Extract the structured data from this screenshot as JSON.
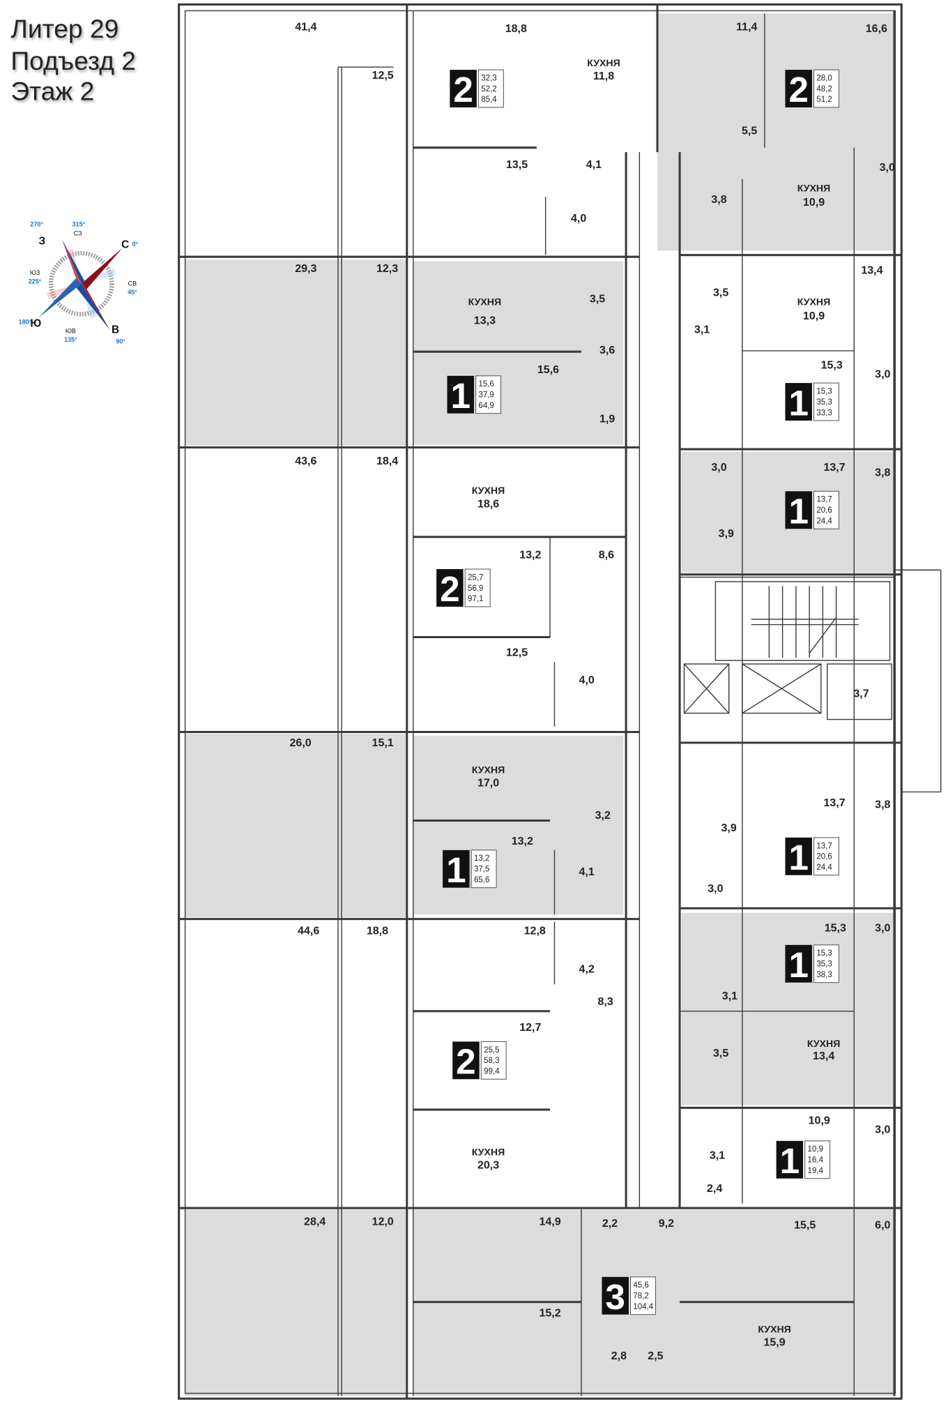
{
  "header": {
    "liter": "Литер 29",
    "entrance": "Подъезд 2",
    "floor": "Этаж 2"
  },
  "kitchen_label": "КУХНЯ",
  "compass": {
    "north": "С",
    "north_deg": "0°",
    "northeast": "СВ",
    "northeast_deg": "45°",
    "east": "В",
    "east_deg": "90°",
    "southeast": "ЮВ",
    "southeast_deg": "135°",
    "south": "Ю",
    "south_deg": "180°",
    "southwest": "ЮЗ",
    "southwest_deg": "225°",
    "west": "З",
    "west_deg": "270°",
    "northwest": "СЗ",
    "northwest_deg": "315°",
    "colors": {
      "north": "#d7263d",
      "south": "#1f6fc9"
    }
  },
  "stair_hall_area": "3,7",
  "apartments": [
    {
      "rooms_count": "2",
      "areas": [
        "32,3",
        "52,2",
        "85,4"
      ],
      "kitchen": "11,8",
      "rooms": [
        "18,8",
        "13,5",
        "4,1",
        "4,0"
      ],
      "loggias": [
        "41,4",
        "12,5"
      ]
    },
    {
      "rooms_count": "1",
      "areas": [
        "15,6",
        "37,9",
        "64,9"
      ],
      "kitchen": "13,3",
      "rooms": [
        "3,5",
        "3,6",
        "15,6",
        "1,9"
      ],
      "loggias": [
        "29,3",
        "12,3"
      ]
    },
    {
      "rooms_count": "2",
      "areas": [
        "25,7",
        "56,9",
        "97,1"
      ],
      "kitchen": "18,6",
      "rooms": [
        "13,2",
        "8,6",
        "12,5",
        "4,0"
      ],
      "loggias": [
        "43,6",
        "18,4"
      ]
    },
    {
      "rooms_count": "1",
      "areas": [
        "13,2",
        "37,5",
        "65,6"
      ],
      "kitchen": "17,0",
      "rooms": [
        "3,2",
        "13,2",
        "4,1"
      ],
      "loggias": [
        "26,0",
        "15,1"
      ]
    },
    {
      "rooms_count": "2",
      "areas": [
        "25,5",
        "58,3",
        "99,4"
      ],
      "kitchen": "20,3",
      "rooms": [
        "12,8",
        "4,2",
        "8,3",
        "12,7"
      ],
      "loggias": [
        "44,6",
        "18,8"
      ]
    },
    {
      "rooms_count": "3",
      "areas": [
        "45,6",
        "78,2",
        "104,4"
      ],
      "kitchen": "15,9",
      "rooms": [
        "14,9",
        "2,2",
        "9,2",
        "15,2",
        "2,8",
        "2,5",
        "15,5",
        "6,0"
      ],
      "loggias": [
        "28,4",
        "12,0"
      ]
    },
    {
      "rooms_count": "2",
      "areas": [
        "28,0",
        "48,2",
        "51,2"
      ],
      "kitchen": "10,9",
      "rooms": [
        "11,4",
        "16,6",
        "5,5",
        "3,0",
        "3,8"
      ]
    },
    {
      "rooms_count": "1",
      "areas": [
        "15,3",
        "35,3",
        "33,3"
      ],
      "kitchen": "10,9",
      "rooms": [
        "13,4",
        "3,5",
        "3,1",
        "15,3",
        "3,0"
      ]
    },
    {
      "rooms_count": "1",
      "areas": [
        "13,7",
        "20,6",
        "24,4"
      ],
      "rooms": [
        "3,0",
        "13,7",
        "3,8",
        "3,9"
      ]
    },
    {
      "rooms_count": "1",
      "areas": [
        "13,7",
        "20,6",
        "24,4"
      ],
      "rooms": [
        "13,7",
        "3,8",
        "3,9",
        "3,0"
      ]
    },
    {
      "rooms_count": "1",
      "areas": [
        "15,3",
        "35,3",
        "38,3"
      ],
      "kitchen": "13,4",
      "rooms": [
        "15,3",
        "3,0",
        "3,1",
        "3,5"
      ]
    },
    {
      "rooms_count": "1",
      "areas": [
        "10,9",
        "16,4",
        "19,4"
      ],
      "rooms": [
        "10,9",
        "3,0",
        "3,1",
        "2,4"
      ]
    }
  ]
}
